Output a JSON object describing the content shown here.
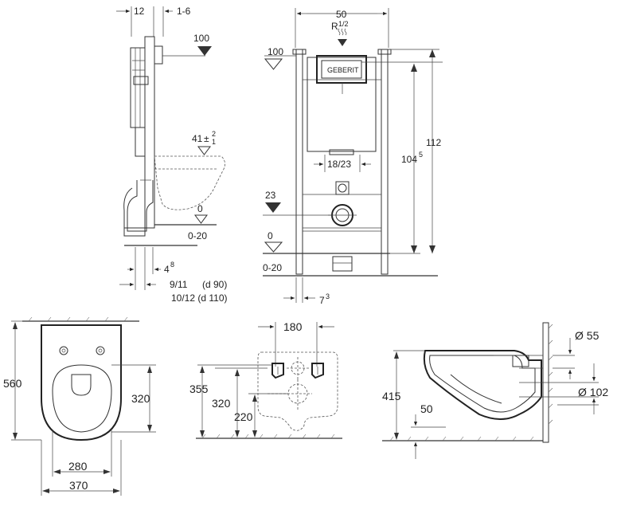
{
  "side_view": {
    "dim_top_a": "12",
    "dim_top_b": "1-6",
    "level_100": "100",
    "level_41": "41",
    "level_41_tol": "±",
    "level_41_sup": "2",
    "level_41_sub": "1",
    "level_0": "0",
    "level_0_20": "0-20",
    "dim_4": "4",
    "dim_4_sup": "8",
    "dim_9_11": "9/11",
    "dim_d90": "(d 90)",
    "dim_10_12": "10/12 (d 110)"
  },
  "front_view": {
    "dim_width": "50",
    "supply_label": "R",
    "supply_frac": "1/2",
    "level_100": "100",
    "dim_18_23": "18/23",
    "dim_23": "23",
    "dim_104": "104",
    "dim_104_sup": "5",
    "dim_112": "112",
    "level_0": "0",
    "level_0_20": "0-20",
    "dim_7": "7",
    "dim_7_sup": "3",
    "brand": "GEBERIT"
  },
  "bowl_top": {
    "depth": "560",
    "inner_width": "280",
    "outer_width": "370",
    "seat_depth": "320"
  },
  "bowl_rear": {
    "bolt_spacing": "180",
    "height_355": "355",
    "height_320": "320",
    "height_220": "220"
  },
  "bowl_side": {
    "height_415": "415",
    "outlet_50": "50",
    "dia_55": "Ø 55",
    "dia_102": "Ø 102"
  }
}
